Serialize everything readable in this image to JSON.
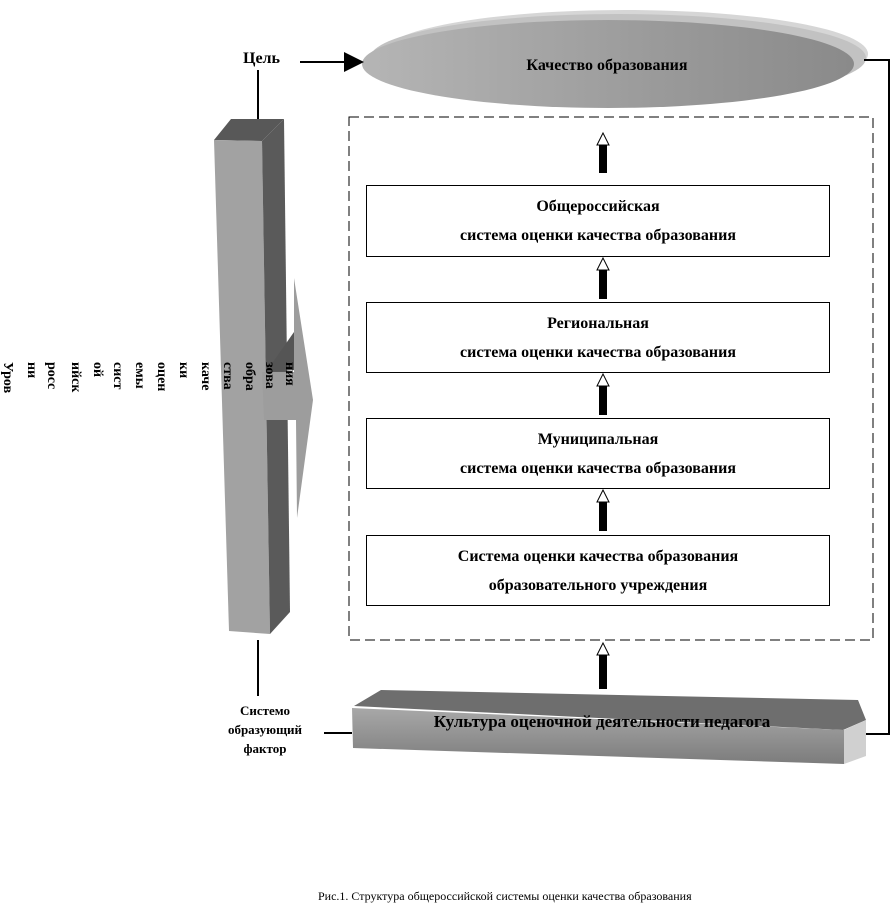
{
  "goal_label": "Цель",
  "quality_label": "Качество образования",
  "levels": [
    {
      "line1": "Общероссийская",
      "line2": "система оценки качества образования"
    },
    {
      "line1": "Региональная",
      "line2": "система оценки качества образования"
    },
    {
      "line1": "Муниципальная",
      "line2": "система оценки качества образования"
    },
    {
      "line1": "Система оценки качества образования",
      "line2": "образовательного учреждения"
    }
  ],
  "culture_label": "Культура оценочной деятельности педагога",
  "factor": {
    "line1": "Системо",
    "line2": "образующий",
    "line3": "фактор"
  },
  "vertical_text_columns": [
    "Уров",
    "ни",
    "росс",
    "ийск",
    "ой",
    "сист",
    "емы",
    "оцен",
    "ки",
    "каче",
    "ства",
    "обра",
    "зова",
    "ния"
  ],
  "caption": "Рис.1. Структура общероссийской системы оценки качества образования"
}
